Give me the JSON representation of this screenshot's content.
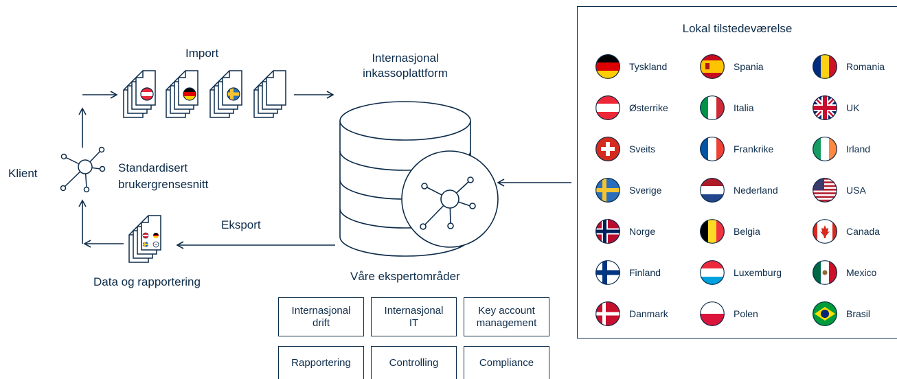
{
  "labels": {
    "import": "Import",
    "platform_line1": "Internasjonal",
    "platform_line2": "inkassoplattform",
    "client": "Klient",
    "interface_line1": "Standardisert",
    "interface_line2": "brukergrensesnitt",
    "export": "Eksport",
    "reporting": "Data og rapportering",
    "expertise_title": "Våre ekspertområder"
  },
  "expertise": [
    [
      "Internasjonal",
      "drift"
    ],
    [
      "Internasjonal",
      "IT"
    ],
    [
      "Key account",
      "management"
    ],
    [
      "Rapportering"
    ],
    [
      "Controlling"
    ],
    [
      "Compliance"
    ]
  ],
  "local_presence": {
    "title": "Lokal tilstedeværelse",
    "countries": [
      {
        "name": "Tyskland",
        "flag": "germany-flag"
      },
      {
        "name": "Spania",
        "flag": "spain-flag"
      },
      {
        "name": "Romania",
        "flag": "romania-flag"
      },
      {
        "name": "Østerrike",
        "flag": "austria-flag"
      },
      {
        "name": "Italia",
        "flag": "italy-flag"
      },
      {
        "name": "UK",
        "flag": "uk-flag"
      },
      {
        "name": "Sveits",
        "flag": "switzerland-flag"
      },
      {
        "name": "Frankrike",
        "flag": "france-flag"
      },
      {
        "name": "Irland",
        "flag": "ireland-flag"
      },
      {
        "name": "Sverige",
        "flag": "sweden-flag"
      },
      {
        "name": "Nederland",
        "flag": "netherlands-flag"
      },
      {
        "name": "USA",
        "flag": "usa-flag"
      },
      {
        "name": "Norge",
        "flag": "norway-flag"
      },
      {
        "name": "Belgia",
        "flag": "belgium-flag"
      },
      {
        "name": "Canada",
        "flag": "canada-flag"
      },
      {
        "name": "Finland",
        "flag": "finland-flag"
      },
      {
        "name": "Luxemburg",
        "flag": "luxembourg-flag"
      },
      {
        "name": "Mexico",
        "flag": "mexico-flag"
      },
      {
        "name": "Danmark",
        "flag": "denmark-flag"
      },
      {
        "name": "Polen",
        "flag": "poland-flag"
      },
      {
        "name": "Brasil",
        "flag": "brazil-flag"
      }
    ]
  },
  "colors": {
    "ink": "#0d2c4a"
  }
}
